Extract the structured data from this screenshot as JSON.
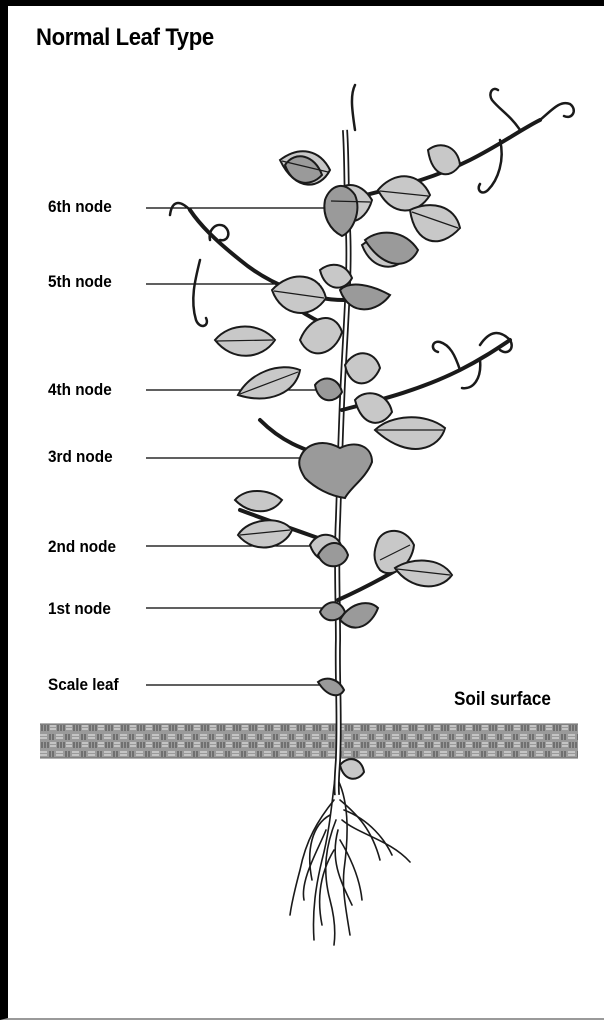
{
  "title": "Normal Leaf Type",
  "soil_label": "Soil surface",
  "nodes": [
    {
      "label": "6th node"
    },
    {
      "label": "5th node"
    },
    {
      "label": "4th node"
    },
    {
      "label": "3rd node"
    },
    {
      "label": "2nd node"
    },
    {
      "label": "1st node"
    },
    {
      "label": "Scale leaf"
    }
  ],
  "colors": {
    "leaf_light": "#c8c8c8",
    "leaf_dark": "#9a9a9a",
    "outline": "#1a1a1a",
    "soil_band": "#8c8c8c"
  }
}
